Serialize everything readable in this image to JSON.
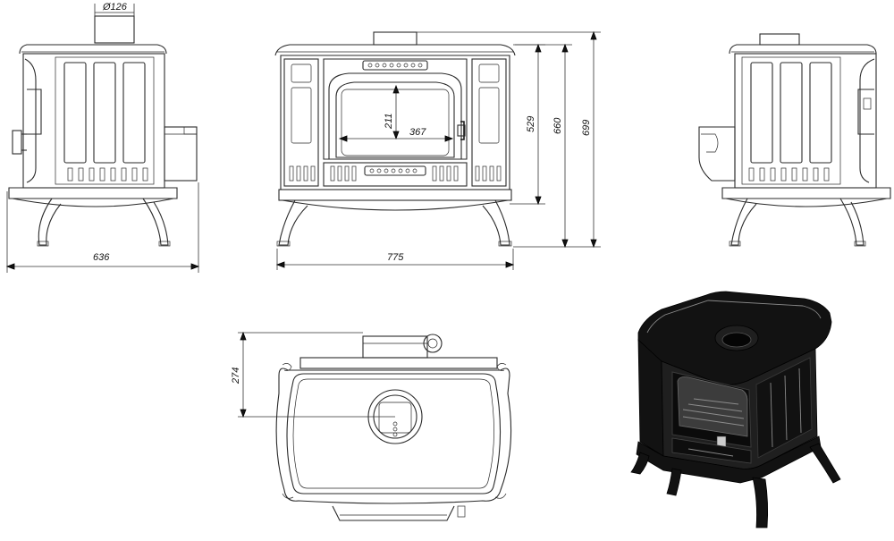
{
  "dimensions": {
    "flue_diameter": "Ø126",
    "side_depth": "636",
    "front_width": "775",
    "window_height": "211",
    "window_width": "367",
    "height_to_flue_axis": "529",
    "height_top": "660",
    "height_total": "699",
    "top_flue_offset": "274"
  }
}
